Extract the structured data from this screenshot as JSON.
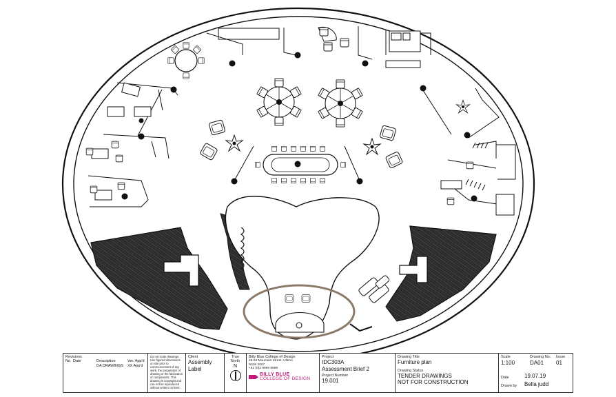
{
  "titleblock": {
    "revisions": {
      "heading": "Revisions",
      "col_no": "No",
      "col_date": "Date",
      "col_description": "Description",
      "col_ver": "Ver. App'd",
      "row_description": "DA DRAWINGS",
      "row_ver": "XX App'd"
    },
    "disclaimer": "Do not scale drawings. Use figured dimensions on site prior to commencement of any work, the preparation of drawing or the fabrication of components. This drawing is copyright and can not be reproduced without written consent.",
    "client": {
      "label": "Client",
      "line1": "Assembly",
      "line2": "Label"
    },
    "true_north": {
      "label": "True North",
      "symbol": "N"
    },
    "company": {
      "name": "Billy Blue College of Design",
      "address1": "46-52 Mountain Street, Ultimo",
      "address2": "NSW 2007",
      "phone": "+61 (0)2 9999 9999",
      "logo_line1": "BILLY BLUE",
      "logo_line2": "COLLEGE OF DESIGN"
    },
    "project": {
      "label": "Project",
      "line1": "IDC303A",
      "line2": "Assessment Brief 2",
      "number_label": "Project Number",
      "number": "19.001"
    },
    "drawing": {
      "title_label": "Drawing Title",
      "title": "Furniture plan",
      "status_label": "Drawing Status",
      "status_line1": "TENDER DRAWINGS",
      "status_line2": "NOT FOR CONSTRUCTION"
    },
    "meta": {
      "scale_label": "Scale",
      "scale": "1:100",
      "drawing_no_label": "Drawing No.",
      "drawing_no": "DA01",
      "issue_label": "Issue",
      "issue": "01",
      "date_label": "Date",
      "date": "19.07.19",
      "drawn_by_label": "Drawn by",
      "drawn_by": "Bella judd"
    }
  },
  "colors": {
    "line": "#111111",
    "hatch": "#1a1a1a",
    "highlight_ring": "#8a7a6a",
    "brand": "#c2187a"
  }
}
